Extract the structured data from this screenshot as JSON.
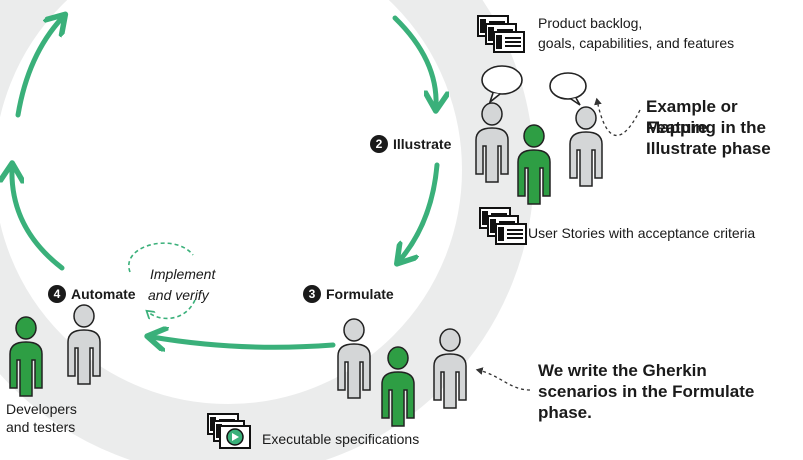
{
  "steps": {
    "illustrate": {
      "number": "2",
      "label": "Illustrate"
    },
    "formulate": {
      "number": "3",
      "label": "Formulate"
    },
    "automate": {
      "number": "4",
      "label": "Automate"
    }
  },
  "artifacts": {
    "backlog_line1": "Product backlog,",
    "backlog_line2": "goals, capabilities, and features",
    "user_stories": "User Stories with acceptance criteria",
    "executable_specs": "Executable specifications"
  },
  "callouts": {
    "illustrate_line1": "Example or Feature",
    "illustrate_line2": "Mapping in the",
    "illustrate_line3": "Illustrate phase",
    "formulate_line1": "We write the Gherkin",
    "formulate_line2": "scenarios in the Formulate",
    "formulate_line3": "phase."
  },
  "loop": {
    "line1": "Implement",
    "line2": "and verify"
  },
  "people": {
    "dev_testers_line1": "Developers",
    "dev_testers_line2": "and testers"
  },
  "colors": {
    "arrow": "#3ab07a",
    "ring": "#ebecec",
    "person_green": "#2e9e44",
    "person_gray": "#d4d6d7"
  }
}
